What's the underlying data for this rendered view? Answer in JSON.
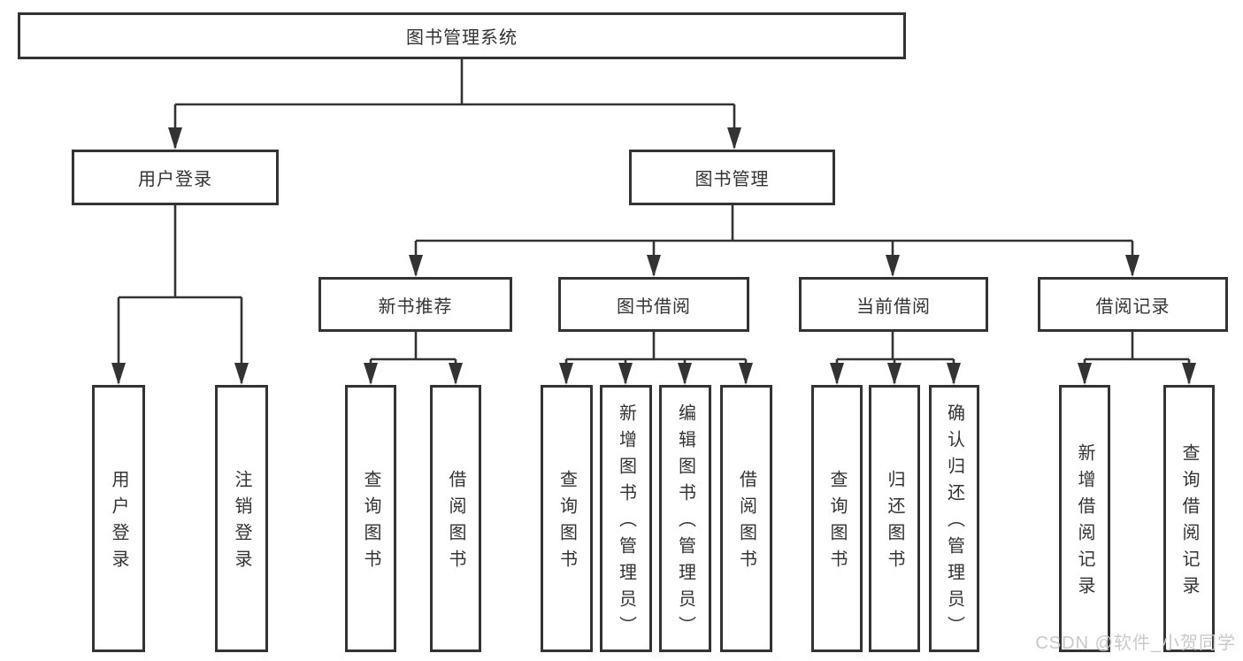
{
  "colors": {
    "line": "#333333",
    "box_border": "#333333",
    "text": "#333333",
    "background": "#ffffff",
    "watermark_text": "#c9c9c9"
  },
  "root": {
    "label": "图书管理系统"
  },
  "level2": [
    {
      "label": "用户登录"
    },
    {
      "label": "图书管理"
    }
  ],
  "level3": [
    {
      "label": "新书推荐"
    },
    {
      "label": "图书借阅"
    },
    {
      "label": "当前借阅"
    },
    {
      "label": "借阅记录"
    }
  ],
  "leaves": {
    "user_login": {
      "label": "用户登录"
    },
    "logout": {
      "label": "注销登录"
    },
    "newbook_query": {
      "label": "查询图书"
    },
    "newbook_borrow": {
      "label": "借阅图书"
    },
    "borrow_query": {
      "label": "查询图书"
    },
    "borrow_add": {
      "label": "新增图书（管理员）"
    },
    "borrow_edit": {
      "label": "编辑图书（管理员）"
    },
    "borrow_borrow": {
      "label": "借阅图书"
    },
    "current_query": {
      "label": "查询图书"
    },
    "current_return": {
      "label": "归还图书"
    },
    "current_confirm": {
      "label": "确认归还（管理员）"
    },
    "record_add": {
      "label": "新增借阅记录"
    },
    "record_query": {
      "label": "查询借阅记录"
    }
  },
  "watermark": "CSDN @软件_小贺同学"
}
